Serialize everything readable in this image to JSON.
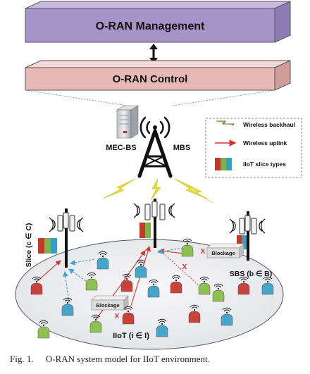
{
  "management": {
    "label": "O-RAN Management",
    "fill": "#a793c7",
    "top": "#c9b9e2"
  },
  "control": {
    "label": "O-RAN Control",
    "fill": "#e7b9b6",
    "top": "#f3d8d6"
  },
  "nodes": {
    "mec_bs": "MEC-BS",
    "mbs": "MBS",
    "slice": "Slice (c ∈ C)",
    "sbs": "SBS (b ∈ B)",
    "iiot": "IIoT (i ∈ I)",
    "blockage": "Blockage",
    "blocked_mark": "X"
  },
  "legend": {
    "backhaul": "Wireless backhaul",
    "uplink": "Wireless uplink",
    "slice_types": "IIoT slice types"
  },
  "colors": {
    "backhaul": "#e8de32",
    "uplink": "#d9342b",
    "dashed": "#3aa6d6",
    "device_red": "#c9433d",
    "device_green": "#8dc151",
    "device_blue": "#46a6c9",
    "slice_red": "#c0392b",
    "slice_green": "#7cb342",
    "slice_blue": "#3a9dc4",
    "cell": "#ecedf0"
  },
  "caption": {
    "label": "Fig. 1.",
    "text": "O-RAN system model for IIoT environment."
  }
}
